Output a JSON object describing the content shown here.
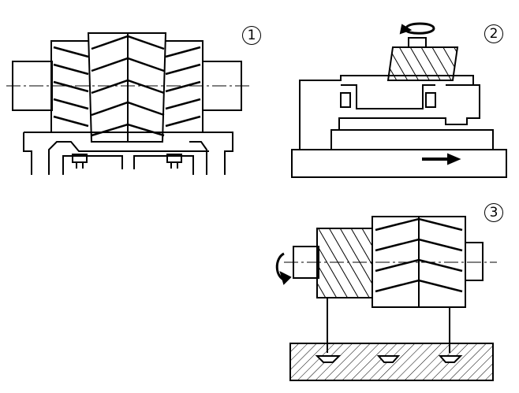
{
  "labels": {
    "step1": "1",
    "step2": "2",
    "step3": "3"
  },
  "colors": {
    "ink": "#000000",
    "background": "#ffffff"
  }
}
